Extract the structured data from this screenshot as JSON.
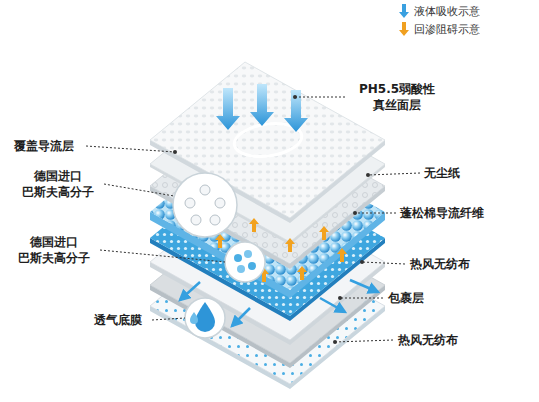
{
  "diagram": {
    "labels": [
      "PH5.5弱酸性 真丝面层",
      "覆盖导流层",
      "德国进口 巴斯夫高分子",
      "无尘纸",
      "蓬松棉导流纤维",
      "德国进口 巴斯夫高分子",
      "热风无纺布",
      "包裹层",
      "透气底膜",
      "热风无纺布"
    ],
    "legend": [
      {
        "text": "液体吸收示意"
      },
      {
        "text": "回渗阻碍示意"
      }
    ]
  }
}
